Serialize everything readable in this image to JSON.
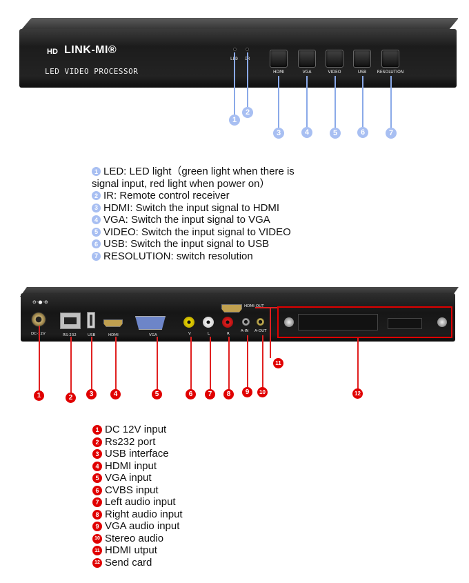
{
  "front": {
    "brand_hd": "HD",
    "brand_name": "LINK-MI®",
    "brand_subtitle": "LED VIDEO PROCESSOR",
    "led_label": "LED",
    "ir_label": "IR",
    "buttons": [
      "HDMI",
      "VGA",
      "VIDEO",
      "USB",
      "RESOLUTION"
    ],
    "callouts": [
      "1",
      "2",
      "3",
      "4",
      "5",
      "6",
      "7"
    ]
  },
  "front_legend": [
    {
      "num": "1",
      "text": "LED: LED light（green light when there is"
    },
    {
      "num": "",
      "text": "signal input, red light when power on）"
    },
    {
      "num": "2",
      "text": "IR: Remote control receiver"
    },
    {
      "num": "3",
      "text": "HDMI: Switch the input signal to HDMI"
    },
    {
      "num": "4",
      "text": "VGA: Switch the input signal to VGA"
    },
    {
      "num": "5",
      "text": "VIDEO: Switch the input signal to VIDEO"
    },
    {
      "num": "6",
      "text": "USB: Switch the input signal to USB"
    },
    {
      "num": "7",
      "text": "RESOLUTION: switch resolution"
    }
  ],
  "back": {
    "ports": [
      "DC-12V",
      "RS-232",
      "USB",
      "HDMI",
      "VGA",
      "V",
      "L",
      "R",
      "A-IN",
      "A-OUT",
      "HDMI-OUT"
    ],
    "callouts": [
      "1",
      "2",
      "3",
      "4",
      "5",
      "6",
      "7",
      "8",
      "9",
      "10",
      "11",
      "12"
    ]
  },
  "back_legend": [
    {
      "num": "1",
      "text": "DC 12V input"
    },
    {
      "num": "2",
      "text": "Rs232 port"
    },
    {
      "num": "3",
      "text": "USB interface"
    },
    {
      "num": "4",
      "text": "HDMI input"
    },
    {
      "num": "5",
      "text": "VGA input"
    },
    {
      "num": "6",
      "text": "CVBS input"
    },
    {
      "num": "7",
      "text": "Left audio input"
    },
    {
      "num": "8",
      "text": "Right audio input"
    },
    {
      "num": "9",
      "text": "VGA audio input"
    },
    {
      "num": "10",
      "text": "Stereo audio"
    },
    {
      "num": "11",
      "text": "HDMI utput"
    },
    {
      "num": "12",
      "text": "Send card"
    }
  ],
  "colors": {
    "front_callout": "#a8bff2",
    "back_callout": "#e00000",
    "device_body": "#1e1e1e"
  }
}
